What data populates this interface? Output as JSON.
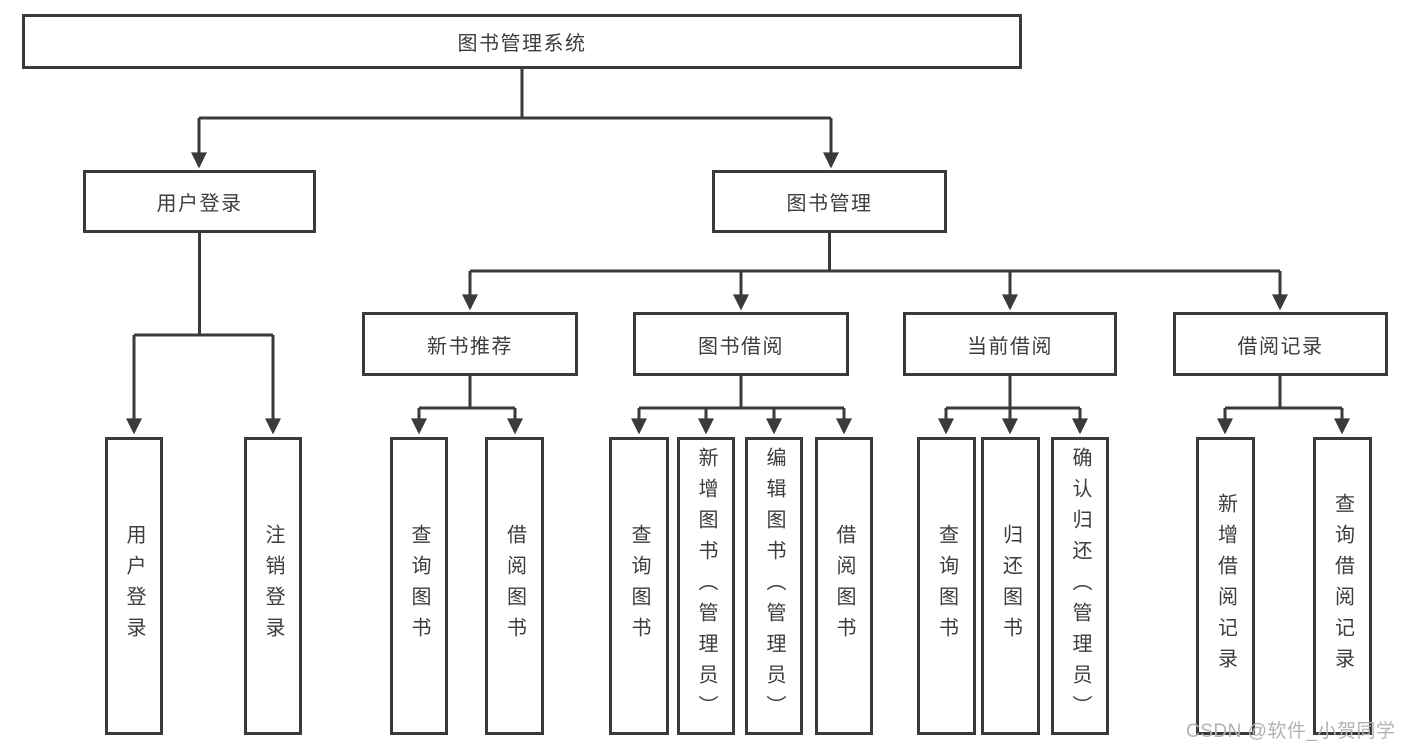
{
  "tree": {
    "root": {
      "label": "图书管理系统"
    },
    "branches": [
      {
        "label": "用户登录",
        "children": [
          {
            "label": "用户登录"
          },
          {
            "label": "注销登录"
          }
        ]
      },
      {
        "label": "图书管理",
        "children": [
          {
            "label": "新书推荐",
            "children": [
              {
                "label": "查询图书"
              },
              {
                "label": "借阅图书"
              }
            ]
          },
          {
            "label": "图书借阅",
            "children": [
              {
                "label": "查询图书"
              },
              {
                "label": "新增图书（管理员）"
              },
              {
                "label": "编辑图书（管理员）"
              },
              {
                "label": "借阅图书"
              }
            ]
          },
          {
            "label": "当前借阅",
            "children": [
              {
                "label": "查询图书"
              },
              {
                "label": "归还图书"
              },
              {
                "label": "确认归还（管理员）"
              }
            ]
          },
          {
            "label": "借阅记录",
            "children": [
              {
                "label": "新增借阅记录"
              },
              {
                "label": "查询借阅记录"
              }
            ]
          }
        ]
      }
    ]
  },
  "watermark": "CSDN @软件_小贺同学",
  "colors": {
    "line": "#3a3a3a",
    "box_border": "#3a3a3a",
    "text": "#3d3d3d",
    "watermark": "#b3b3b3",
    "background": "#ffffff"
  }
}
